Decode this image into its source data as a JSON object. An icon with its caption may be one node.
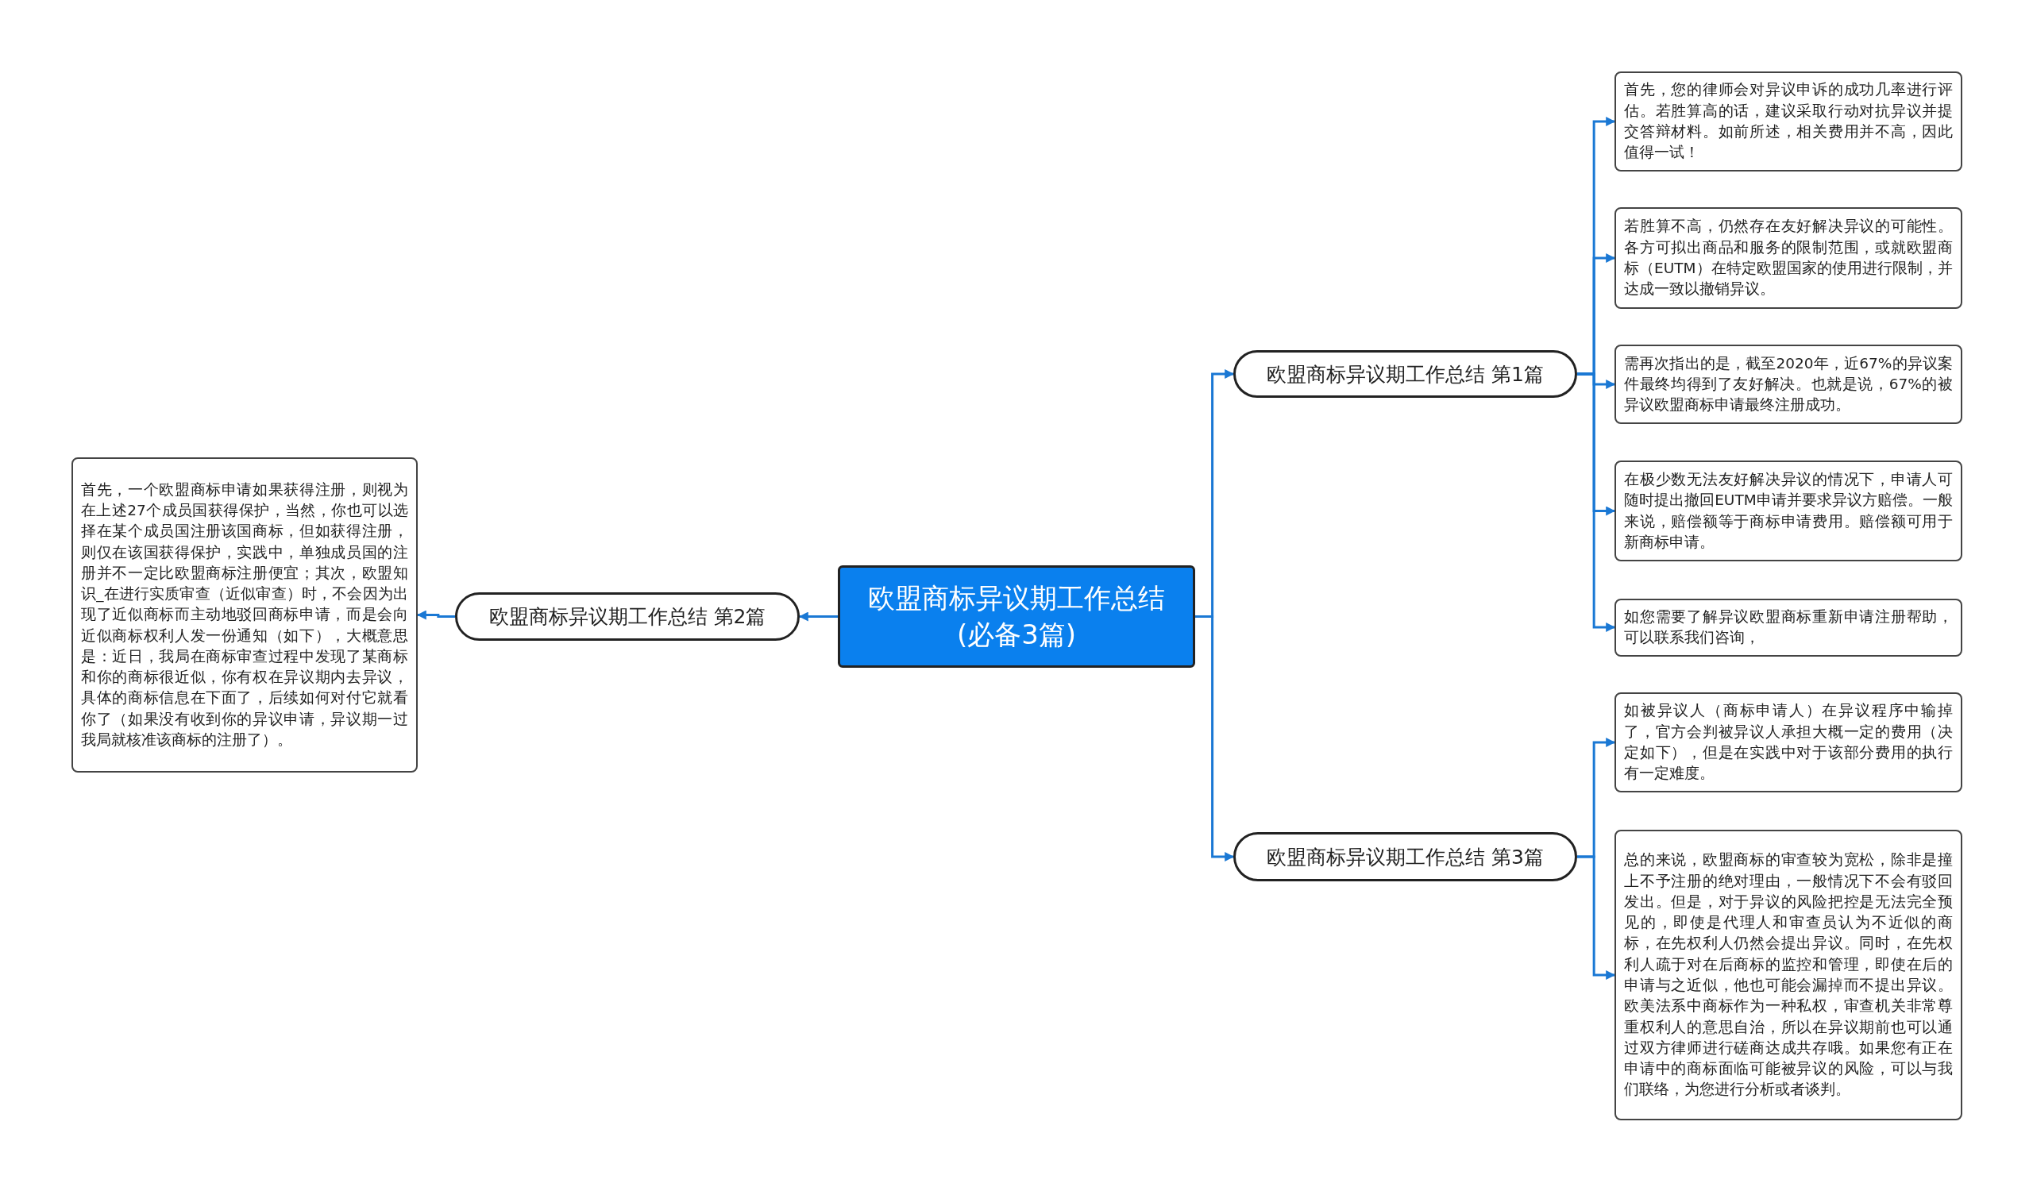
{
  "diagram": {
    "nodes": [
      {
        "text": [
          "欧盟商标异议期工作总结(必备3篇)"
        ]
      },
      {
        "text": [
          "欧盟商标异议期工作总结 第1篇"
        ]
      },
      {
        "text": [
          "首先，您的律师会对异议申诉的成功几率进行评估。若胜算高的话，建议采取行动对抗异议并提交答辩材料。如前所述，相关费用并不高，因此值得一试！"
        ]
      },
      {
        "text": [
          "若胜算不高，仍然存在友好解决异议的可能性。各方可拟出商品和服务的限制范围，或就欧盟商标（EUTM）在特定欧盟国家的使用进行限制，并达成一致以撤销异议。"
        ]
      },
      {
        "text": [
          "需再次指出的是，截至2020年，近67%的异议案件最终均得到了友好解决。也就是说，67%的被异议欧盟商标申请最终注册成功。"
        ]
      },
      {
        "text": [
          "在极少数无法友好解决异议的情况下，申请人可随时提出撤回EUTM申请并要求异议方赔偿。一般来说，赔偿额等于商标申请费用。赔偿额可用于新商标申请。"
        ]
      },
      {
        "text": [
          "如您需要了解异议欧盟商标重新申请注册帮助，可以联系我们咨询，"
        ]
      },
      {
        "text": [
          "欧盟商标异议期工作总结 第2篇"
        ]
      },
      {
        "text": [
          "首先，一个欧盟商标申请如果获得注册，则视为在上述27个成员国获得保护，当然，你也可以选择在某个成员国注册该国商标，但如获得注册，则仅在该国获得保护，实践中，单独成员国的注册并不一定比欧盟商标注册便宜；其次，欧盟知识_在进行实质审查（近似审查）时，不会因为出现了近似商标而主动地驳回商标申请，而是会向近似商标权利人发一份通知（如下），大概意思是：近日，我局在商标审查过程中发现了某商标和你的商标很近似，你有权在异议期内去异议，具体的商标信息在下面了，后续如何对付它就看你了（如果没有收到你的异议申请，异议期一过我局就核准该商标的注册了）。"
        ]
      },
      {
        "text": [
          "欧盟商标异议期工作总结 第3篇"
        ]
      },
      {
        "text": [
          "如被异议人（商标申请人）在异议程序中输掉了，官方会判被异议人承担大概一定的费用（决定如下），但是在实践中对于该部分费用的执行有一定难度。"
        ]
      },
      {
        "text": [
          "总的来说，欧盟商标的审查较为宽松，除非是撞上不予注册的绝对理由，一般情况下不会有驳回发出。但是，对于异议的风险把控是无法完全预见的，即使是代理人和审查员认为不近似的商标，在先权利人仍然会提出异议。同时，在先权利人疏于对在后商标的监控和管理，即使在后的申请与之近似，他也可能会漏掉而不提出异议。欧美法系中商标作为一种私权，审查机关非常尊重权利人的意思自治，所以在异议期前也可以通过双方律师进行磋商达成共存哦。如果您有正在申请中的商标面临可能被异议的风险，可以与我们联络，为您进行分析或者谈判。"
        ]
      }
    ],
    "edges": [
      {
        "from": 0,
        "to": 1,
        "arrow": "to"
      },
      {
        "from": 1,
        "to": 2,
        "arrow": "to"
      },
      {
        "from": 1,
        "to": 3,
        "arrow": "to"
      },
      {
        "from": 1,
        "to": 4,
        "arrow": "to"
      },
      {
        "from": 1,
        "to": 5,
        "arrow": "to"
      },
      {
        "from": 1,
        "to": 6,
        "arrow": "to"
      },
      {
        "from": 0,
        "to": 7,
        "arrow": "to"
      },
      {
        "from": 7,
        "to": 8,
        "arrow": "to"
      },
      {
        "from": 0,
        "to": 9,
        "arrow": "to"
      },
      {
        "from": 9,
        "to": 10,
        "arrow": "to"
      },
      {
        "from": 9,
        "to": 11,
        "arrow": "to"
      }
    ]
  }
}
